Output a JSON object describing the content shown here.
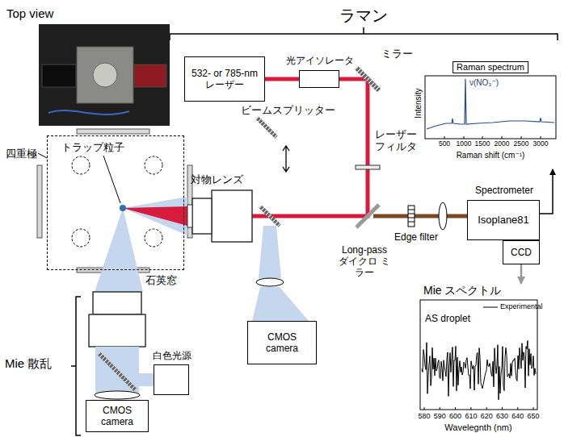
{
  "diagram": {
    "nodes": [
      {
        "text": [
          "532- or 785-nm レーザー"
        ]
      },
      {
        "text": [
          "光アイソレータ"
        ]
      },
      {
        "text": [
          "四重極"
        ]
      },
      {
        "text": [
          "Spectrometer",
          "Isoplane81"
        ]
      },
      {
        "text": [
          "CCD"
        ]
      },
      {
        "text": [
          "Raman spectrum"
        ]
      },
      {
        "text": [
          "Mie スペクトル"
        ]
      },
      {
        "text": [
          "白色光源"
        ]
      },
      {
        "text": [
          "CMOS camera"
        ]
      },
      {
        "text": [
          "CMOS camera"
        ]
      }
    ],
    "edges": [
      {
        "from": 0,
        "to": 1,
        "arrow": "none"
      },
      {
        "from": 3,
        "to": 5,
        "arrow": "to"
      },
      {
        "from": 4,
        "to": 6,
        "arrow": "to"
      }
    ],
    "labels": [
      "Top view",
      "ラマン",
      "ミラー",
      "ビームスプリッター",
      "レーザーフィルタ",
      "対物レンズ",
      "Long-pass ダイクロ ミラー",
      "Edge filter",
      "トラップ粒子",
      "石英窓",
      "Mie 散乱",
      "ν(NO₃⁻)",
      "Intensity",
      "500",
      "1000",
      "1500",
      "2000",
      "2500",
      "3000",
      "Raman shift (cm⁻¹)",
      "Experimental",
      "AS droplet",
      "580",
      "590",
      "600",
      "610",
      "620",
      "630",
      "640",
      "650",
      "Wavelegnth (nm)"
    ]
  }
}
